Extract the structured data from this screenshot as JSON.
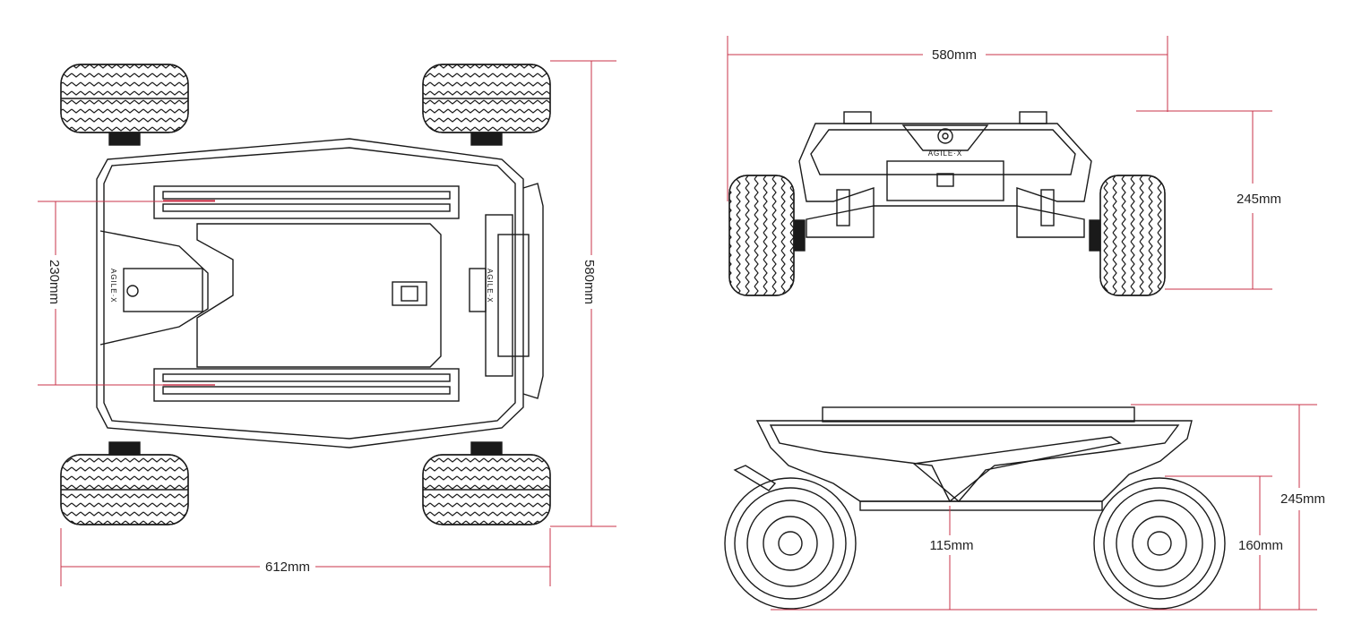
{
  "colors": {
    "line": "#1a1a1a",
    "dimension": "#c9334a",
    "background": "#ffffff"
  },
  "views": {
    "top": {
      "length_label": "612mm",
      "width_label": "580mm",
      "track_label": "230mm",
      "logo_text": "AGILE·X"
    },
    "front": {
      "width_label": "580mm",
      "height_label": "245mm",
      "logo_text": "AGILE·X"
    },
    "side": {
      "height_label": "245mm",
      "clearance_label": "115mm",
      "wheel_label": "160mm"
    }
  }
}
